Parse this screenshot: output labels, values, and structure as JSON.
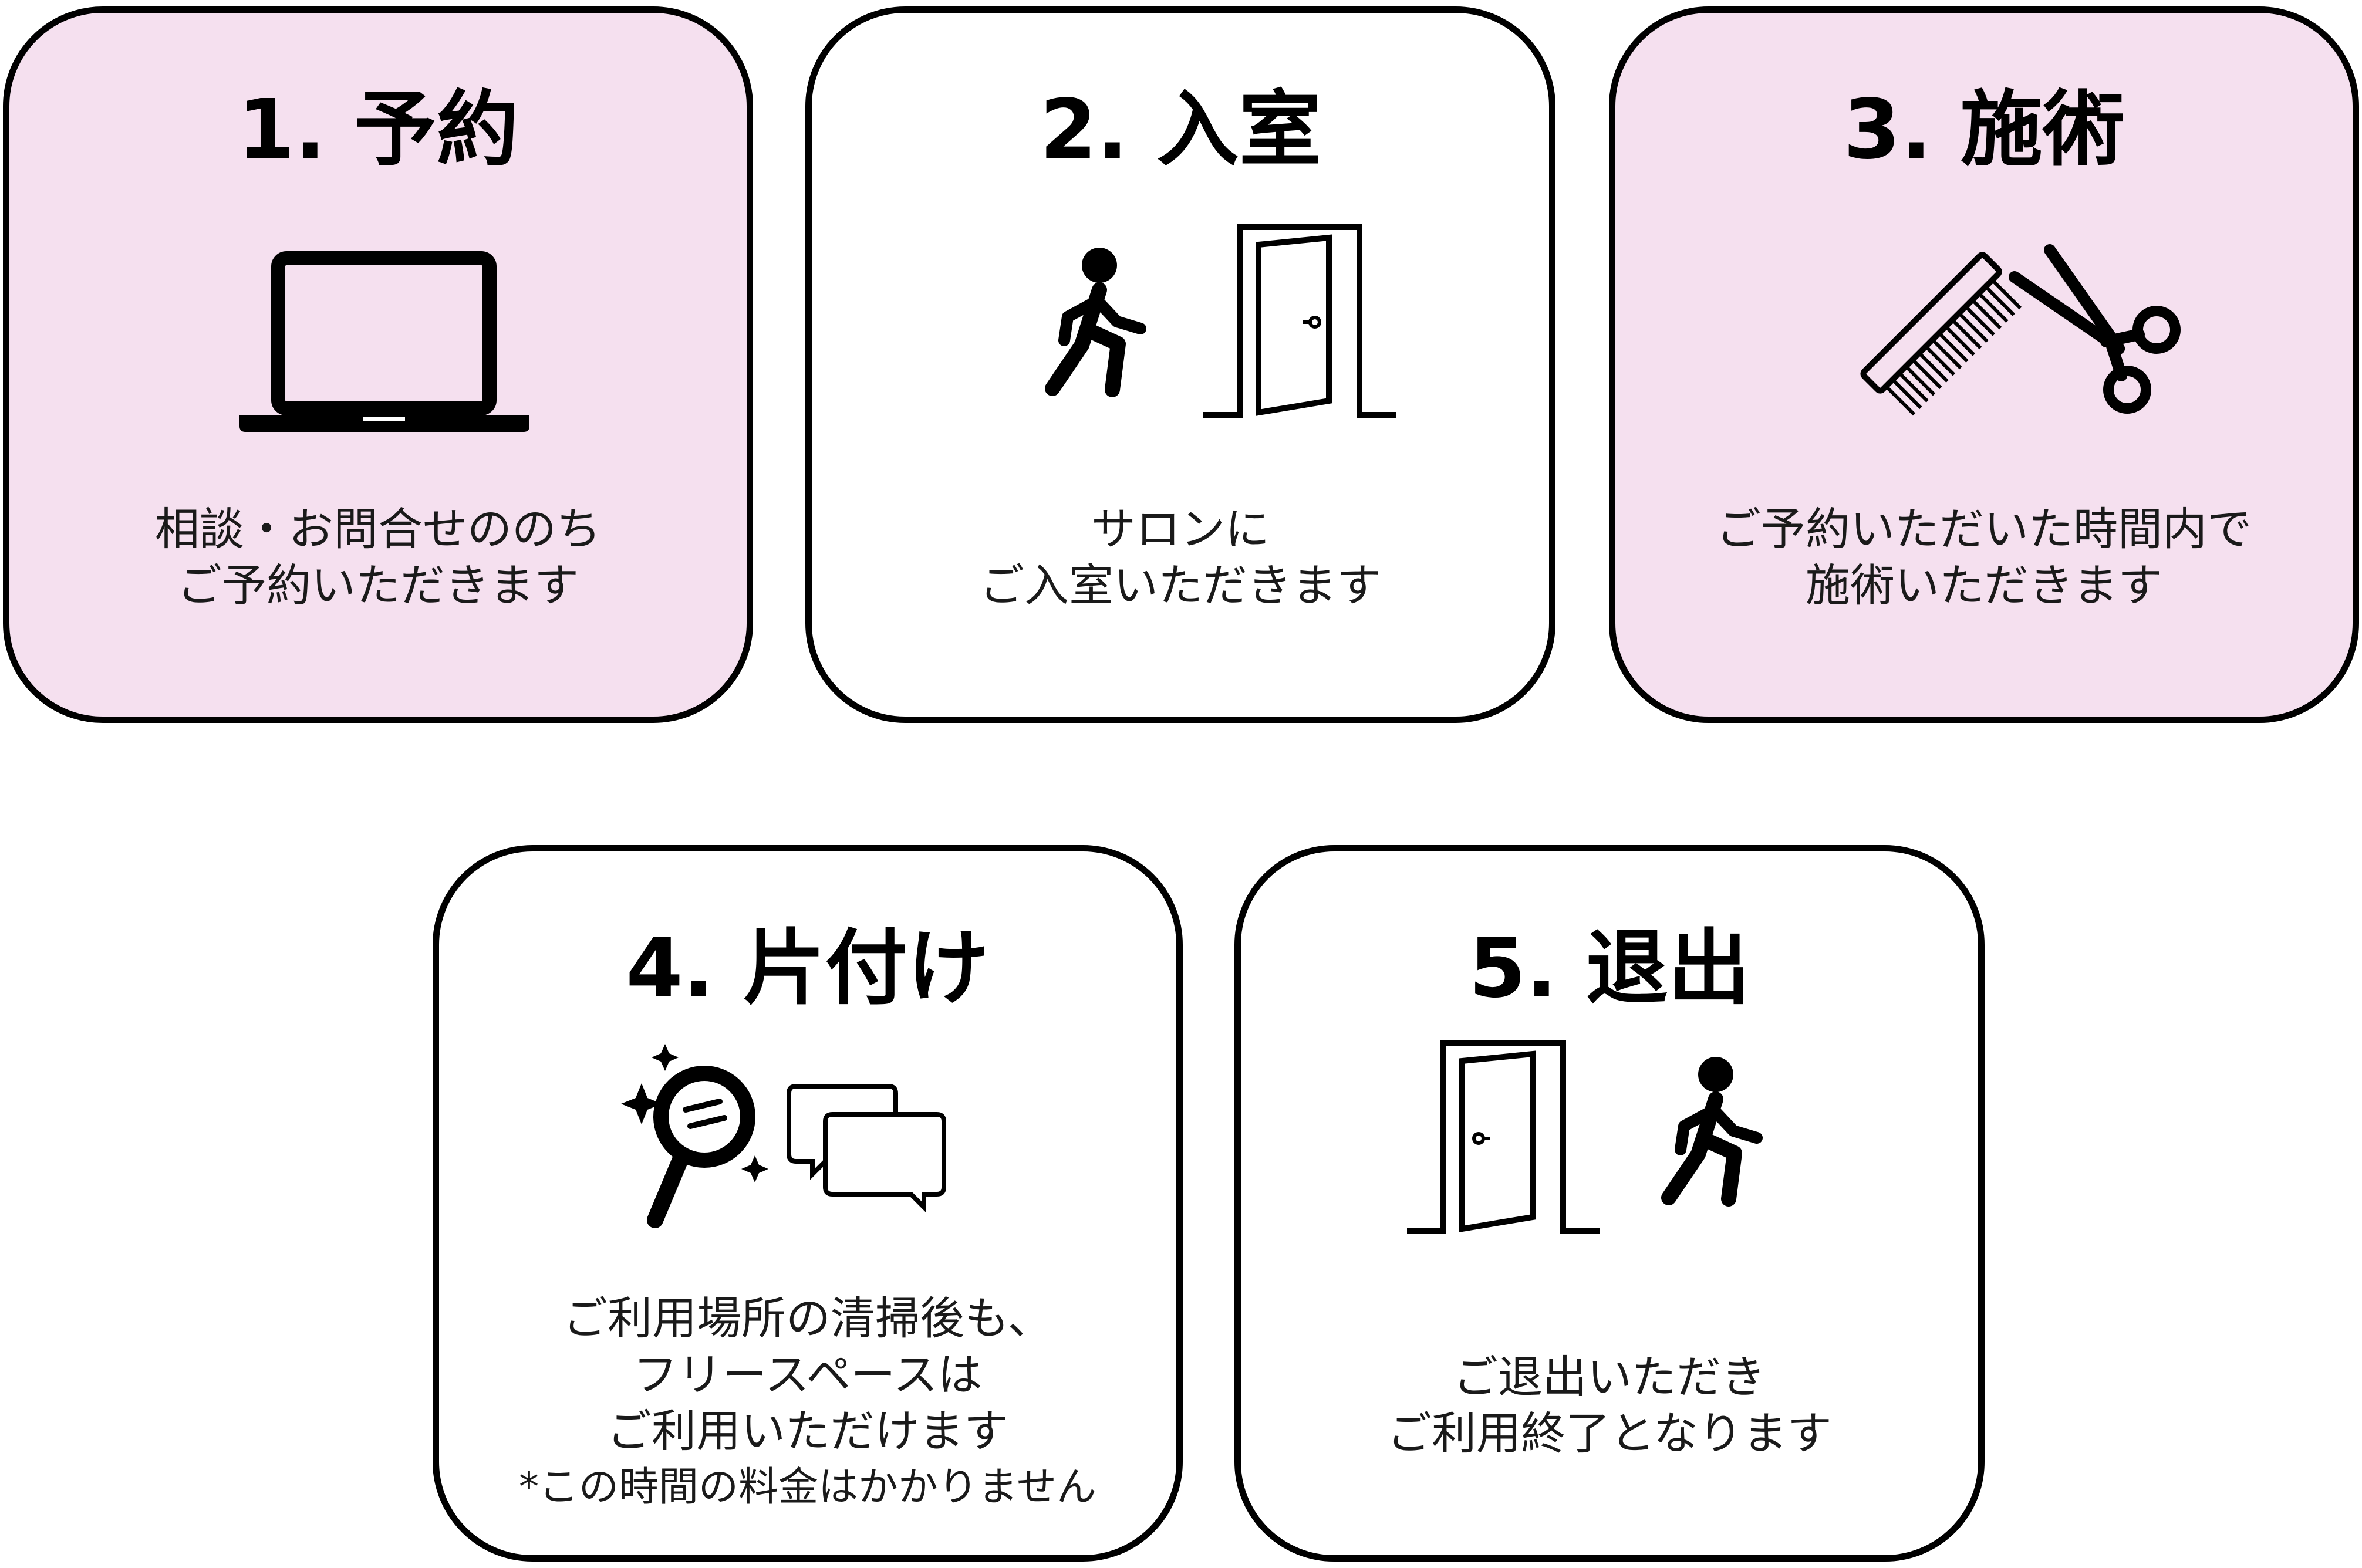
{
  "steps": [
    {
      "title": "1. 予約",
      "lines": [
        "相談・お問合せののち",
        "ご予約いただきます"
      ],
      "icons": [
        "laptop-icon"
      ],
      "background": "#f5e0ef"
    },
    {
      "title": "2. 入室",
      "lines": [
        "サロンに",
        "ご入室いただきます"
      ],
      "icons": [
        "walking-person-icon",
        "open-door-icon"
      ],
      "background": "#ffffff"
    },
    {
      "title": "3. 施術",
      "lines": [
        "ご予約いただいた時間内で",
        "施術いただきます"
      ],
      "icons": [
        "comb-icon",
        "scissors-icon"
      ],
      "background": "#f5e0ef"
    },
    {
      "title": "4. 片付け",
      "lines": [
        "ご利用場所の清掃後も、",
        "フリースペースは",
        "ご利用いただけます",
        "*この時間の料金はかかりません"
      ],
      "icons": [
        "cleaning-magnifier-icon",
        "chat-bubbles-icon"
      ],
      "background": "#ffffff"
    },
    {
      "title": "5. 退出",
      "lines": [
        "ご退出いただき",
        "ご利用終了となります"
      ],
      "icons": [
        "open-door-icon",
        "walking-person-icon"
      ],
      "background": "#ffffff"
    }
  ],
  "colors": {
    "accent_pink": "#f5e0ef",
    "border": "#000000",
    "text": "#1a1a1a"
  }
}
